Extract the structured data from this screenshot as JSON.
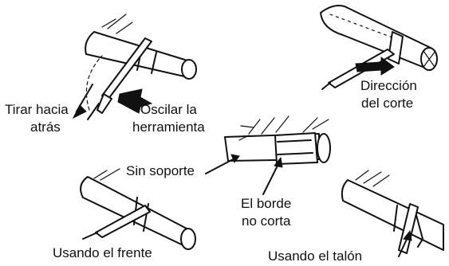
{
  "labels": {
    "pull_back": [
      "Tirar hacia",
      "atrás"
    ],
    "oscillate": [
      "Oscilar la",
      "herramienta"
    ],
    "cut_direction": [
      "Dirección",
      "del corte"
    ],
    "no_support": "Sin soporte",
    "edge_not_cutting": [
      "El borde",
      "no corta"
    ],
    "using_front": "Usando el frente",
    "using_heel": "Usando el talón"
  },
  "colors": {
    "ink": "#111111",
    "background": "#ffffff"
  }
}
